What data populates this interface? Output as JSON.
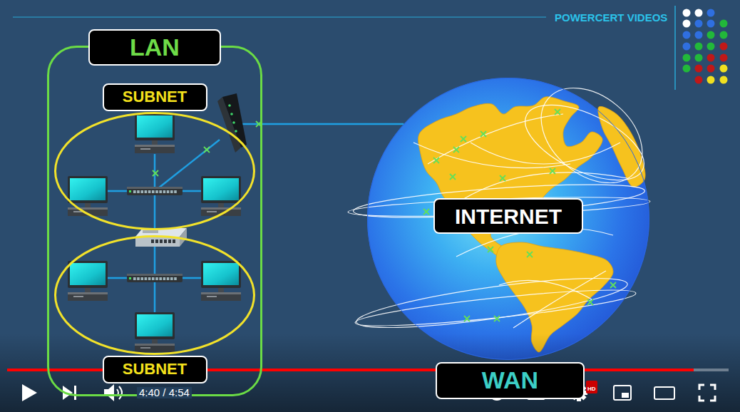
{
  "diagram": {
    "nodes": [
      {
        "text": [
          "LAN"
        ]
      },
      {
        "text": [
          "SUBNET"
        ],
        "in": 0
      },
      {
        "text": [
          "SUBNET"
        ],
        "in": 0
      },
      {
        "text": [
          "INTERNET"
        ]
      },
      {
        "text": [
          "WAN"
        ]
      }
    ],
    "edges": [
      {
        "from": 0,
        "to": 3,
        "arrow": "none"
      }
    ],
    "labels": [
      "POWERCERT VIDEOS",
      "4:40 / 4:54",
      "HD"
    ]
  }
}
